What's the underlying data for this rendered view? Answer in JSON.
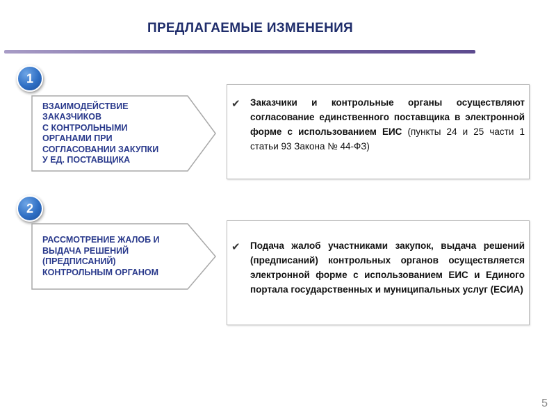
{
  "slide": {
    "title": "ПРЕДЛАГАЕМЫЕ ИЗМЕНЕНИЯ",
    "page_number": "5"
  },
  "items": [
    {
      "number": "1",
      "arrow_text": "ВЗАИМОДЕЙСТВИЕ\nЗАКАЗЧИКОВ\nС КОНТРОЛЬНЫМИ\nОРГАНАМИ ПРИ\nСОГЛАСОВАНИИ ЗАКУПКИ\nУ ЕД. ПОСТАВЩИКА",
      "box_text_bold": "Заказчики и контрольные органы осуществляют согласование единственного поставщика в электронной форме с использованием ЕИС",
      "box_text_normal": " (пункты 24 и 25 части 1 статьи 93 Закона № 44-ФЗ)"
    },
    {
      "number": "2",
      "arrow_text": "РАССМОТРЕНИЕ ЖАЛОБ И\nВЫДАЧА РЕШЕНИЙ\n(ПРЕДПИСАНИЙ)\nКОНТРОЛЬНЫМ ОРГАНОМ",
      "box_text_bold": "Подача жалоб участниками закупок, выдача решений (предписаний) контрольных органов осуществляется электронной форме с использованием ЕИС и Единого портала государственных и муниципальных услуг (ЕСИА)"
    }
  ],
  "icons": {
    "check": "✔"
  },
  "colors": {
    "title": "#1f2d6b",
    "arrow_text": "#2a3a8c",
    "badge": "#2f6fc4",
    "title_line": "#6a5a9c"
  }
}
